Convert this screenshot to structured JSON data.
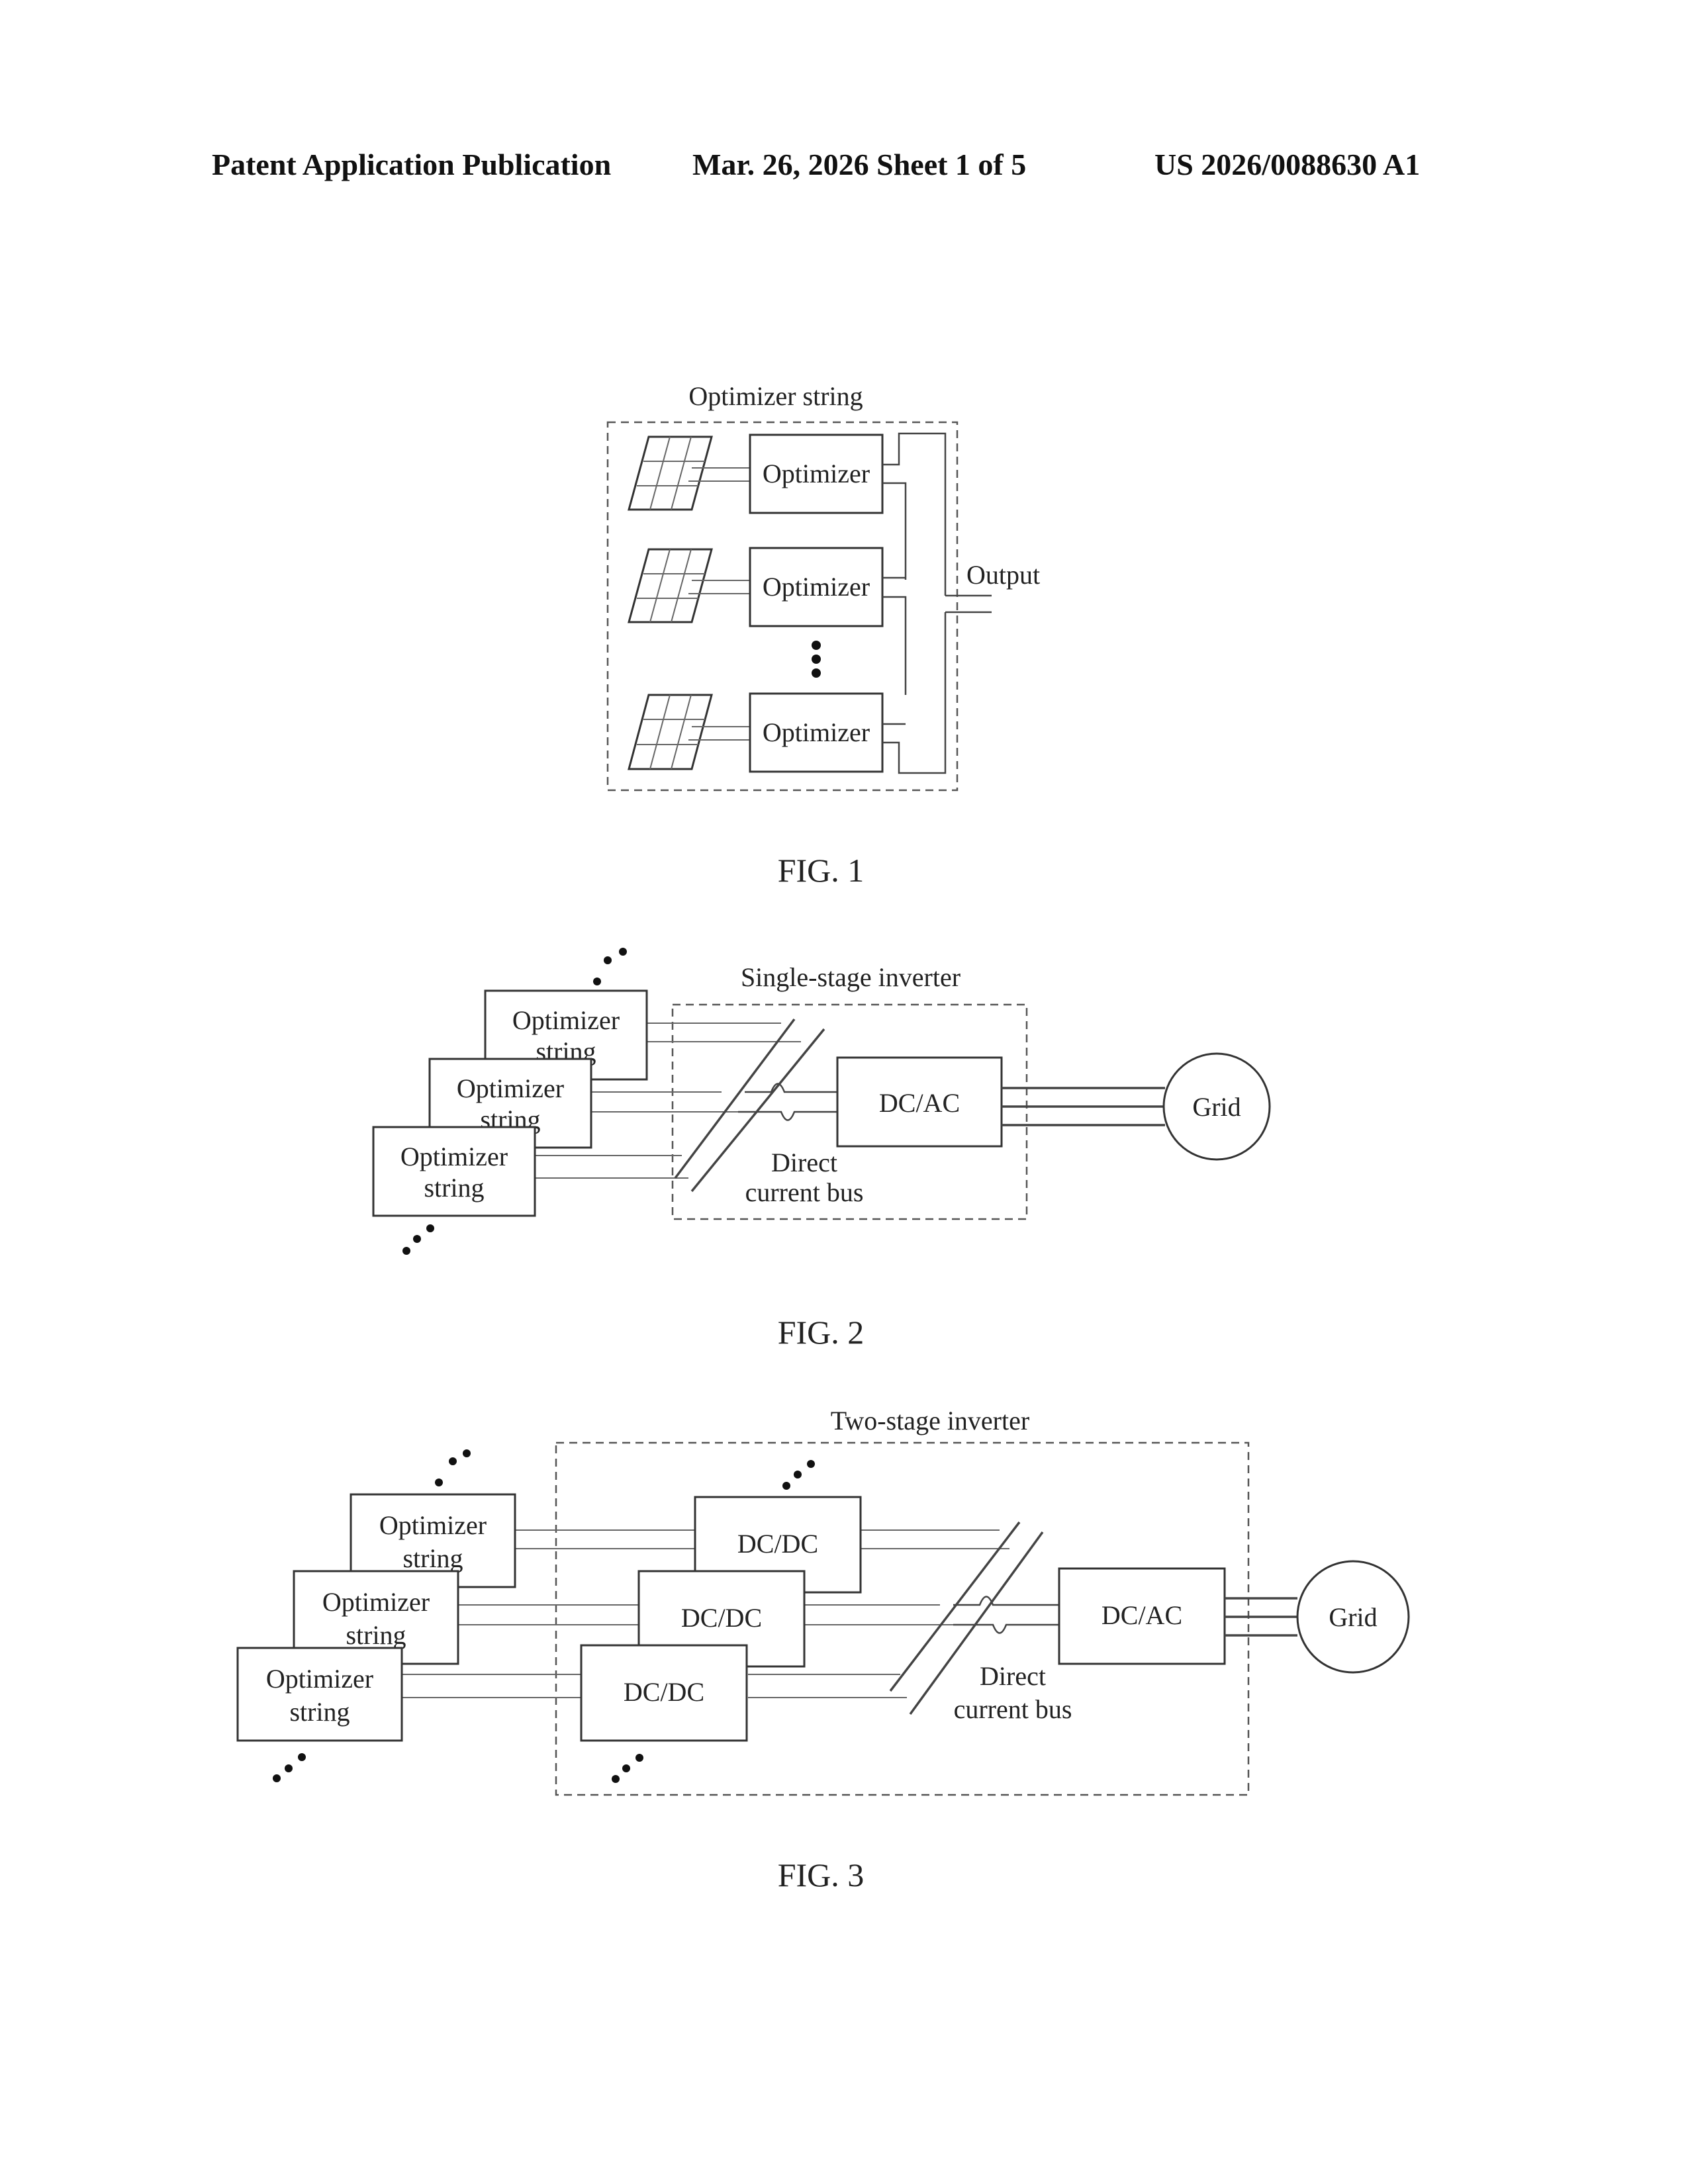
{
  "header": {
    "left": "Patent Application Publication",
    "date_sheet": "Mar. 26, 2026  Sheet 1 of 5",
    "number": "US 2026/0088630 A1"
  },
  "fig1": {
    "group_label": "Optimizer string",
    "optimizer_label": "Optimizer",
    "output_label": "Output",
    "caption": "FIG. 1"
  },
  "fig2": {
    "group_label": "Single-stage inverter",
    "string_line1": "Optimizer",
    "string_line2": "string",
    "converter_label": "DC/AC",
    "bus_line1": "Direct",
    "bus_line2": "current bus",
    "grid_label": "Grid",
    "caption": "FIG. 2"
  },
  "fig3": {
    "group_label": "Two-stage inverter",
    "string_line1": "Optimizer",
    "string_line2": "string",
    "dcdc_label": "DC/DC",
    "dcac_label": "DC/AC",
    "bus_line1": "Direct",
    "bus_line2": "current bus",
    "grid_label": "Grid",
    "caption": "FIG. 3"
  }
}
